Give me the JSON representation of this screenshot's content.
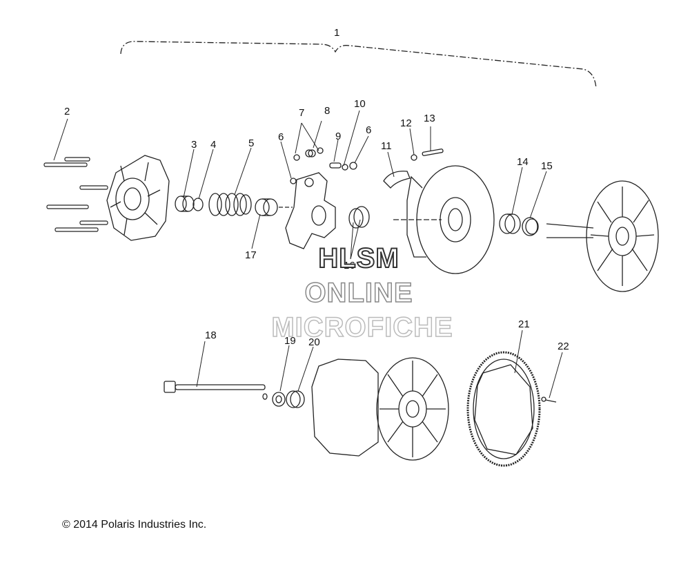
{
  "callouts": {
    "c1": "1",
    "c2": "2",
    "c3": "3",
    "c4": "4",
    "c5": "5",
    "c6a": "6",
    "c6b": "6",
    "c7": "7",
    "c8": "8",
    "c9": "9",
    "c10": "10",
    "c11": "11",
    "c12": "12",
    "c13": "13",
    "c14": "14",
    "c15": "15",
    "c16": "16",
    "c17": "17",
    "c18": "18",
    "c19": "19",
    "c20": "20",
    "c21": "21",
    "c22": "22"
  },
  "watermark": {
    "line1": "HLSM",
    "line2": "ONLINE",
    "line3": "MICROFICHE"
  },
  "footer": {
    "copyright": "© 2014 Polaris Industries Inc."
  }
}
